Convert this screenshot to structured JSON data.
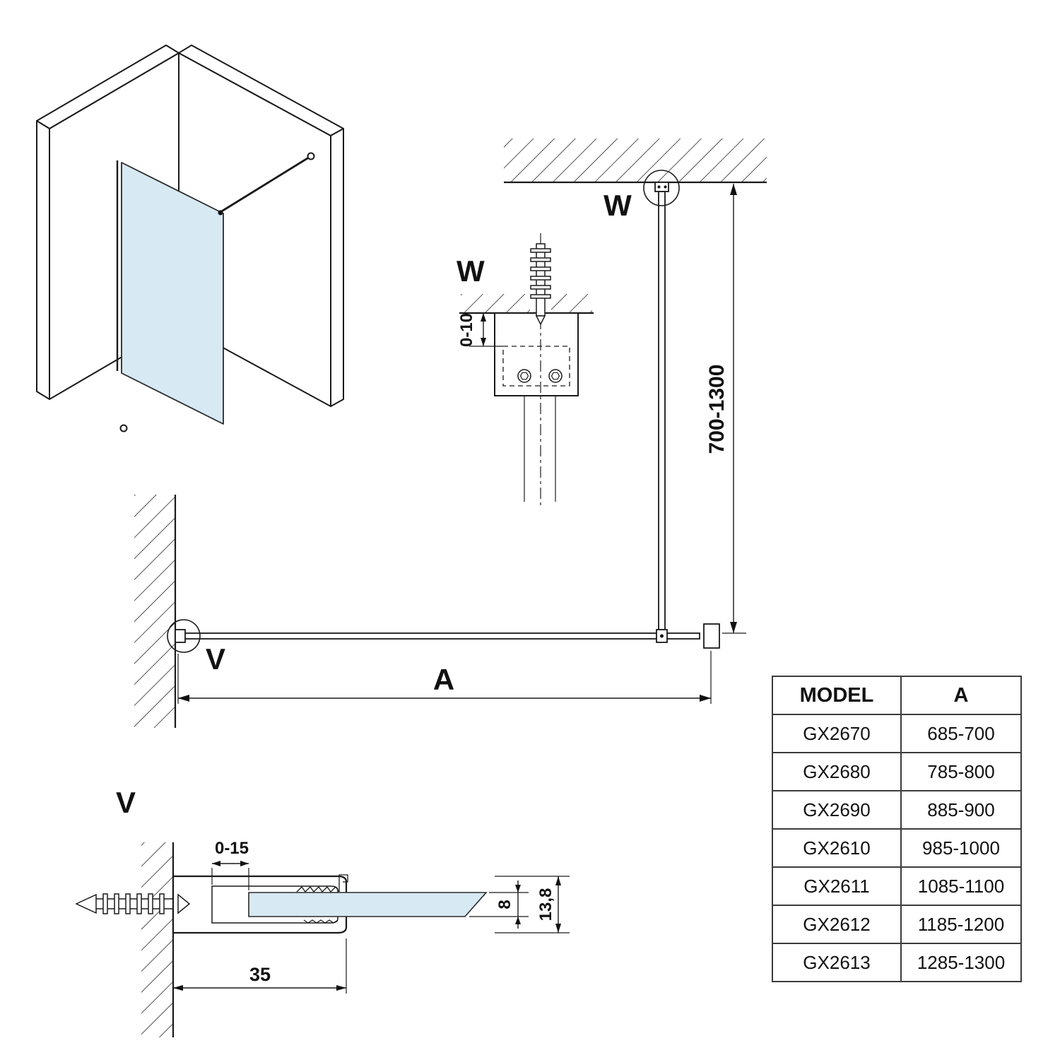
{
  "drawing": {
    "detail_w": {
      "label": "W",
      "dim_adjust": "0-10"
    },
    "plan": {
      "w_marker": "W",
      "v_marker": "V",
      "dim_width": "A",
      "dim_bar": "700-1300"
    },
    "detail_v": {
      "label": "V",
      "dim_inset": "0-15",
      "dim_depth": "35",
      "dim_glass": "8",
      "dim_height": "13,8"
    }
  },
  "table": {
    "headers": {
      "model": "MODEL",
      "a": "A"
    },
    "rows": [
      {
        "model": "GX2670",
        "a": "685-700"
      },
      {
        "model": "GX2680",
        "a": "785-800"
      },
      {
        "model": "GX2690",
        "a": "885-900"
      },
      {
        "model": "GX2610",
        "a": "985-1000"
      },
      {
        "model": "GX2611",
        "a": "1085-1100"
      },
      {
        "model": "GX2612",
        "a": "1185-1200"
      },
      {
        "model": "GX2613",
        "a": "1285-1300"
      }
    ]
  }
}
